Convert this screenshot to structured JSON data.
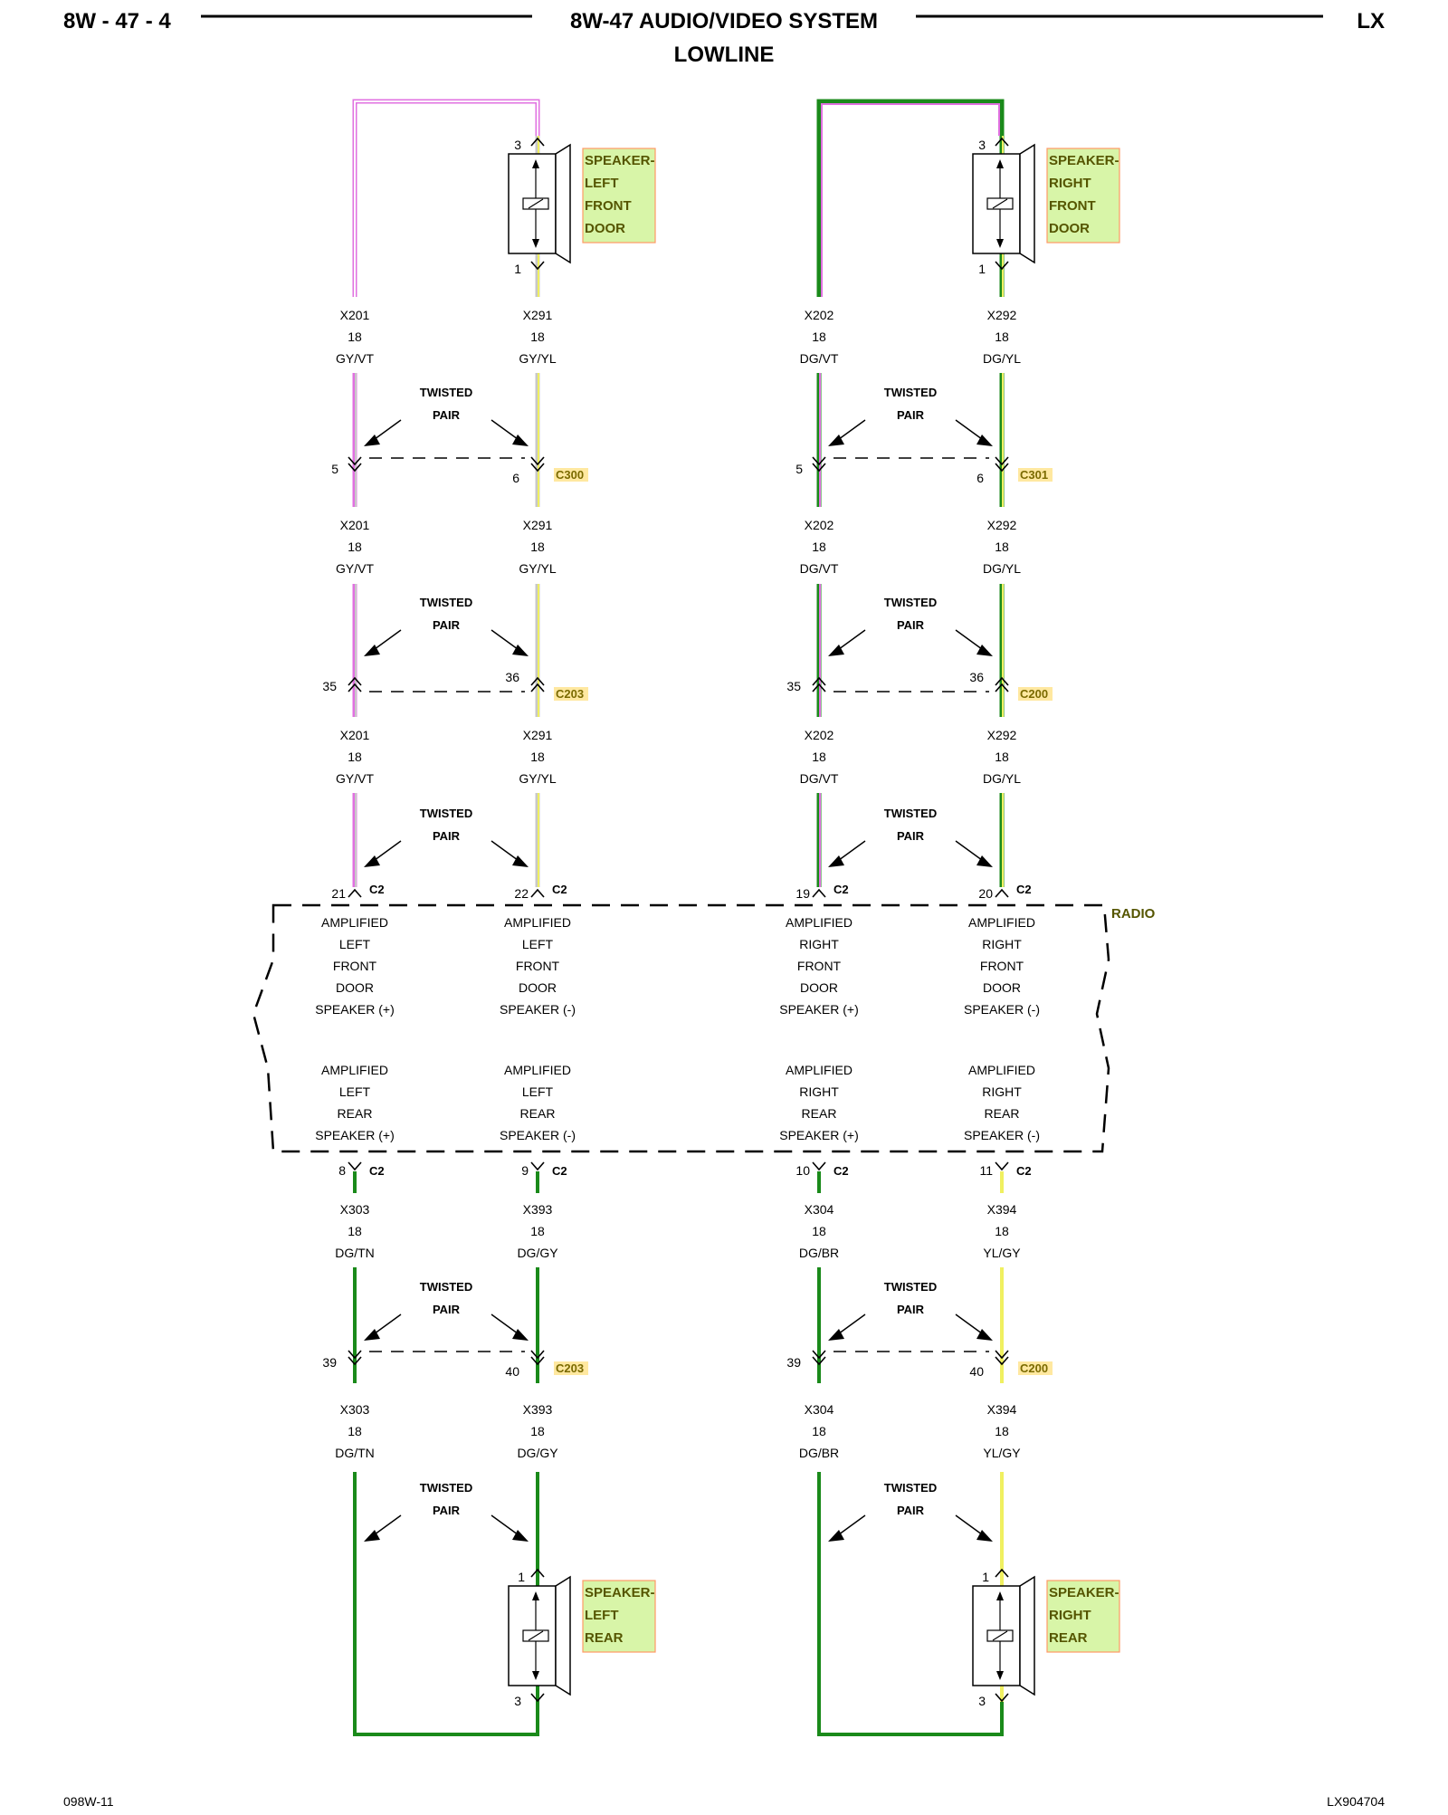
{
  "header": {
    "page_number": "8W - 47 - 4",
    "title": "8W-47 AUDIO/VIDEO SYSTEM",
    "subtitle": "LOWLINE",
    "model": "LX"
  },
  "footer": {
    "left_code": "098W-11",
    "right_code": "LX904704"
  },
  "colors": {
    "violet": "#e070e0",
    "gray": "#c8c8c8",
    "yellow": "#f0f060",
    "dark_green": "#1a8a1a",
    "component_fill": "#d8f5a8",
    "component_border": "#ff9966",
    "conn_fill": "#ffe8a0"
  },
  "twisted_pair_label": [
    "TWISTED",
    "PAIR"
  ],
  "components": {
    "left_front": [
      "SPEAKER-",
      "LEFT",
      "FRONT",
      "DOOR"
    ],
    "right_front": [
      "SPEAKER-",
      "RIGHT",
      "FRONT",
      "DOOR"
    ],
    "left_rear": [
      "SPEAKER-",
      "LEFT",
      "REAR"
    ],
    "right_rear": [
      "SPEAKER-",
      "RIGHT",
      "REAR"
    ],
    "radio": "RADIO"
  },
  "connectors": {
    "c300": "C300",
    "c301": "C301",
    "c203": "C203",
    "c200": "C200",
    "c2": "C2"
  },
  "pins": {
    "spk_top": "3",
    "spk_bottom": "1",
    "c300_a": "5",
    "c300_b": "6",
    "c203_a": "35",
    "c203_b": "36",
    "c2_lf_pos": "21",
    "c2_lf_neg": "22",
    "c2_rf_pos": "19",
    "c2_rf_neg": "20",
    "c2_lr_pos": "8",
    "c2_lr_neg": "9",
    "c2_rr_pos": "10",
    "c2_rr_neg": "11",
    "c203_c": "39",
    "c203_d": "40",
    "rear_spk_top": "1",
    "rear_spk_bottom": "3"
  },
  "wires": {
    "x201": [
      "X201",
      "18",
      "GY/VT"
    ],
    "x291": [
      "X291",
      "18",
      "GY/YL"
    ],
    "x202": [
      "X202",
      "18",
      "DG/VT"
    ],
    "x292": [
      "X292",
      "18",
      "DG/YL"
    ],
    "x303": [
      "X303",
      "18",
      "DG/TN"
    ],
    "x393": [
      "X393",
      "18",
      "DG/GY"
    ],
    "x304": [
      "X304",
      "18",
      "DG/BR"
    ],
    "x394": [
      "X394",
      "18",
      "YL/GY"
    ]
  },
  "radio_functions": {
    "lf_pos": [
      "AMPLIFIED",
      "LEFT",
      "FRONT",
      "DOOR",
      "SPEAKER (+)"
    ],
    "lf_neg": [
      "AMPLIFIED",
      "LEFT",
      "FRONT",
      "DOOR",
      "SPEAKER (-)"
    ],
    "rf_pos": [
      "AMPLIFIED",
      "RIGHT",
      "FRONT",
      "DOOR",
      "SPEAKER (+)"
    ],
    "rf_neg": [
      "AMPLIFIED",
      "RIGHT",
      "FRONT",
      "DOOR",
      "SPEAKER (-)"
    ],
    "lr_pos": [
      "AMPLIFIED",
      "LEFT",
      "REAR",
      "SPEAKER (+)"
    ],
    "lr_neg": [
      "AMPLIFIED",
      "LEFT",
      "REAR",
      "SPEAKER (-)"
    ],
    "rr_pos": [
      "AMPLIFIED",
      "RIGHT",
      "REAR",
      "SPEAKER (+)"
    ],
    "rr_neg": [
      "AMPLIFIED",
      "RIGHT",
      "REAR",
      "SPEAKER (-)"
    ]
  }
}
